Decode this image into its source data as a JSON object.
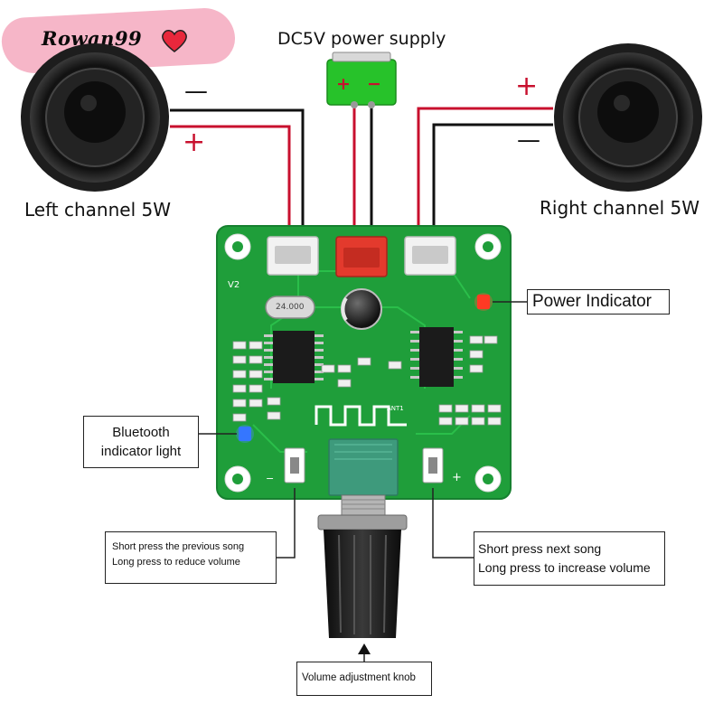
{
  "watermark": {
    "text": "Rowan99"
  },
  "power_supply": {
    "title": "DC5V power supply",
    "plus": "+",
    "minus": "−"
  },
  "left_speaker": {
    "label": "Left channel 5W",
    "minus": "—",
    "plus": "+"
  },
  "right_speaker": {
    "label": "Right channel 5W",
    "plus": "+",
    "minus": "—"
  },
  "callouts": {
    "power_indicator": "Power Indicator",
    "bluetooth_line1": "Bluetooth",
    "bluetooth_line2": "indicator light",
    "prev_line1": "Short press the previous song",
    "prev_line2": "Long press to reduce volume",
    "next_line1": "Short press next song",
    "next_line2": "Long press to increase volume",
    "volume_knob": "Volume adjustment knob"
  },
  "board": {
    "version": "V2",
    "crystal": "24.000",
    "antenna": "ANT1",
    "btn_minus": "−",
    "btn_plus": "+"
  },
  "colors": {
    "wire_red": "#c8102e",
    "wire_black": "#111111",
    "pcb_green": "#1f9e3a",
    "battery_green": "#27c22a",
    "knob_green": "#3e9a7c",
    "led_red": "#ff2a1a",
    "led_blue": "#2a6bff"
  }
}
